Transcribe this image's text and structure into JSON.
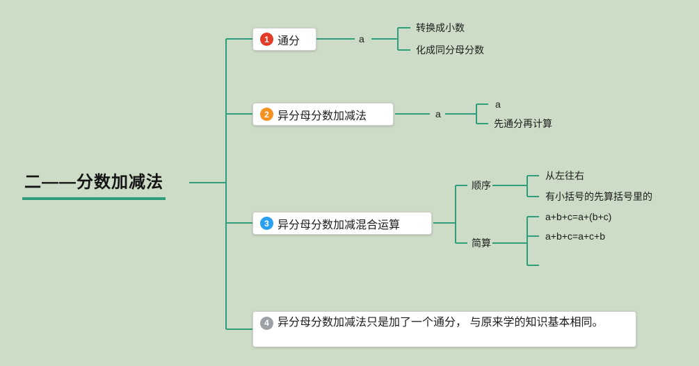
{
  "colors": {
    "bg": "#cddcc6",
    "connector": "#2f9d7b",
    "badge1": "#e23b27",
    "badge2": "#f59120",
    "badge3": "#2b9ff0",
    "badge4": "#9ba1a6"
  },
  "root": {
    "label": "二——分数加减法"
  },
  "branches": {
    "b1": {
      "badge": "1",
      "label": "通分",
      "child_label": "a",
      "leaves": {
        "l1": "转换成小数",
        "l2": "化成同分母分数"
      }
    },
    "b2": {
      "badge": "2",
      "label": "异分母分数加减法",
      "child_label": "a",
      "leaves": {
        "l1": "a",
        "l2": "先通分再计算"
      }
    },
    "b3": {
      "badge": "3",
      "label": "异分母分数加减混合运算",
      "groups": {
        "order": {
          "label": "顺序",
          "leaves": {
            "l1": "从左往右",
            "l2": "有小括号的先算括号里的"
          }
        },
        "simplify": {
          "label": "简算",
          "leaves": {
            "l1": "a+b+c=a+(b+c)",
            "l2": "a+b+c=a+c+b",
            "l3": ""
          }
        }
      }
    },
    "b4": {
      "badge": "4",
      "label": "异分母分数加减法只是加了一个通分， 与原来学的知识基本相同。"
    }
  }
}
